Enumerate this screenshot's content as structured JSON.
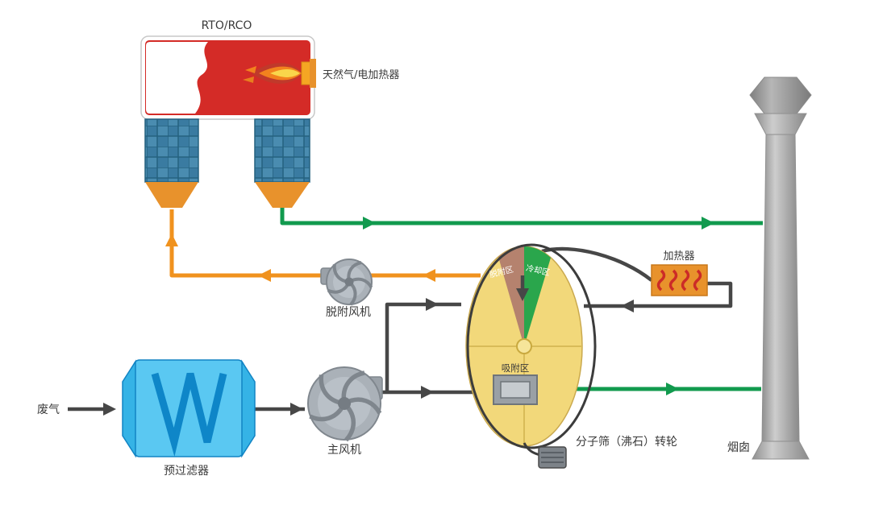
{
  "labels": {
    "rto_unit": "RTO/RCO",
    "burner": "天然气/电加热器",
    "desorption_fan": "脱附风机",
    "waste_gas_inlet": "废气",
    "prefilter": "预过滤器",
    "main_fan": "主风机",
    "heater": "加热器",
    "rotor": "分子筛（沸石）转轮",
    "chimney": "烟囱"
  },
  "rotor_zones": {
    "desorption": "脱附区",
    "cooling": "冷却区",
    "adsorption": "吸附区"
  },
  "colors": {
    "line_dark": "#474747",
    "line_green": "#119a4e",
    "line_orange": "#f0921e",
    "rto_red": "#d42b27",
    "flame_orange": "#f2821e",
    "flame_yellow": "#f9d64b",
    "tower_blue": "#4a8cb0",
    "hopper_orange": "#e8922c",
    "filter_blue": "#5ac8f2",
    "filter_pleat_blue": "#0e86c8",
    "fan_gray": "#aab1b8",
    "rotor_yellow": "#f2d87a",
    "zone_desorption_brown": "#b5826e",
    "zone_cooling_green": "#2aa64c",
    "heater_orange": "#e8922c",
    "heater_coil_red": "#cc2b27",
    "chimney_gray": "#b3b3b3",
    "label_dark": "#3a3a3a"
  }
}
